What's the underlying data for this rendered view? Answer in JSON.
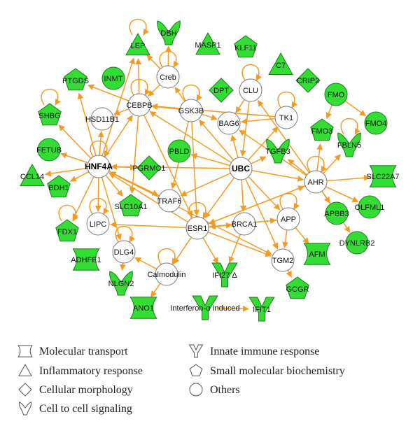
{
  "colors": {
    "node_fill": "#33dd33",
    "node_stroke": "#1f7a1f",
    "edge": "#f39c24",
    "other_fill": "#ffffff",
    "other_stroke": "#777777"
  },
  "nodes": [
    {
      "id": "LEP",
      "label": "LEP",
      "shape": "triangle",
      "fill": "green"
    },
    {
      "id": "DBH",
      "label": "DBH",
      "shape": "cell-signal",
      "fill": "green"
    },
    {
      "id": "MASP1",
      "label": "MASP1",
      "shape": "triangle",
      "fill": "green"
    },
    {
      "id": "KLF11",
      "label": "KLF11",
      "shape": "pentagon",
      "fill": "green"
    },
    {
      "id": "C7",
      "label": "C7",
      "shape": "triangle",
      "fill": "green"
    },
    {
      "id": "PTGDS",
      "label": "PTGDS",
      "shape": "pentagon",
      "fill": "green"
    },
    {
      "id": "INMT",
      "label": "INMT",
      "shape": "circle",
      "fill": "green"
    },
    {
      "id": "Creb",
      "label": "Creb",
      "shape": "circle",
      "fill": "white"
    },
    {
      "id": "CLU",
      "label": "CLU",
      "shape": "circle",
      "fill": "white"
    },
    {
      "id": "CRIP2",
      "label": "CRIP2",
      "shape": "diamond",
      "fill": "green"
    },
    {
      "id": "DPT",
      "label": "DPT",
      "shape": "diamond",
      "fill": "green"
    },
    {
      "id": "FMO",
      "label": "FMO",
      "shape": "circle",
      "fill": "green"
    },
    {
      "id": "CEBPB",
      "label": "CEBPB",
      "shape": "circle",
      "fill": "white"
    },
    {
      "id": "HSD11B1",
      "label": "HSD11B1",
      "shape": "circle",
      "fill": "white"
    },
    {
      "id": "GSK3B",
      "label": "GSK3B",
      "shape": "circle",
      "fill": "white"
    },
    {
      "id": "BAG6",
      "label": "BAG6",
      "shape": "circle",
      "fill": "white"
    },
    {
      "id": "TK1",
      "label": "TK1",
      "shape": "circle",
      "fill": "white"
    },
    {
      "id": "SHBG",
      "label": "SHBG",
      "shape": "pentagon",
      "fill": "green"
    },
    {
      "id": "FMO3",
      "label": "FMO3",
      "shape": "pentagon",
      "fill": "green"
    },
    {
      "id": "FMO4",
      "label": "FMO4",
      "shape": "circle",
      "fill": "green"
    },
    {
      "id": "FETUB",
      "label": "FETUB",
      "shape": "circle",
      "fill": "green"
    },
    {
      "id": "TGFB3",
      "label": "TGFB3",
      "shape": "cell-signal",
      "fill": "green"
    },
    {
      "id": "FBLN5",
      "label": "FBLN5",
      "shape": "cell-signal",
      "fill": "green"
    },
    {
      "id": "PBLD",
      "label": "PBLD",
      "shape": "circle",
      "fill": "green"
    },
    {
      "id": "HNF4A",
      "label": "HNF4A",
      "shape": "circle",
      "fill": "white",
      "bold": true
    },
    {
      "id": "UBC",
      "label": "UBC",
      "shape": "circle",
      "fill": "white",
      "bold": true
    },
    {
      "id": "PGRMC1",
      "label": "PGRMC1",
      "shape": "diamond",
      "fill": "green"
    },
    {
      "id": "CCL14",
      "label": "CCL14",
      "shape": "triangle",
      "fill": "green"
    },
    {
      "id": "AHR",
      "label": "AHR",
      "shape": "circle",
      "fill": "white"
    },
    {
      "id": "SLC22A7",
      "label": "SLC22A7",
      "shape": "transport",
      "fill": "green"
    },
    {
      "id": "BDH1",
      "label": "BDH1",
      "shape": "pentagon",
      "fill": "green"
    },
    {
      "id": "TRAF6",
      "label": "TRAF6",
      "shape": "circle",
      "fill": "white"
    },
    {
      "id": "SLC10A1",
      "label": "SLC10A1",
      "shape": "pentagon",
      "fill": "green"
    },
    {
      "id": "OLFML1",
      "label": "OLFML1",
      "shape": "circle",
      "fill": "green"
    },
    {
      "id": "APBB3",
      "label": "APBB3",
      "shape": "circle",
      "fill": "green"
    },
    {
      "id": "FDX1",
      "label": "FDX1",
      "shape": "pentagon",
      "fill": "green"
    },
    {
      "id": "LIPC",
      "label": "LIPC",
      "shape": "circle",
      "fill": "white"
    },
    {
      "id": "ESR1",
      "label": "ESR1",
      "shape": "circle",
      "fill": "white"
    },
    {
      "id": "BRCA1",
      "label": "BRCA1",
      "shape": "circle",
      "fill": "white"
    },
    {
      "id": "APP",
      "label": "APP",
      "shape": "circle",
      "fill": "white"
    },
    {
      "id": "DYNLRB2",
      "label": "DYNLRB2",
      "shape": "circle",
      "fill": "green"
    },
    {
      "id": "DLG4",
      "label": "DLG4",
      "shape": "circle",
      "fill": "white"
    },
    {
      "id": "ADHFE1",
      "label": "ADHFE1",
      "shape": "transport",
      "fill": "green"
    },
    {
      "id": "AFM",
      "label": "AFM",
      "shape": "transport",
      "fill": "green"
    },
    {
      "id": "TGM2",
      "label": "TGM2",
      "shape": "circle",
      "fill": "white"
    },
    {
      "id": "Calmodulin",
      "label": "Calmodulin",
      "shape": "circle",
      "fill": "white"
    },
    {
      "id": "IFI27",
      "label": "IFI27 Δ",
      "shape": "innate",
      "fill": "green"
    },
    {
      "id": "NLGN2",
      "label": "NLGN2",
      "shape": "cell-signal",
      "fill": "green"
    },
    {
      "id": "GCGR",
      "label": "GCGR",
      "shape": "pentagon",
      "fill": "green"
    },
    {
      "id": "IFIT1",
      "label": "IFIT1",
      "shape": "innate",
      "fill": "green"
    },
    {
      "id": "ANO1",
      "label": "ANO1",
      "shape": "transport",
      "fill": "green"
    },
    {
      "id": "IFNa",
      "label": "Interferon-α Induced",
      "shape": "innate",
      "fill": "green"
    }
  ],
  "edges": [
    [
      "HNF4A",
      "SHBG"
    ],
    [
      "HNF4A",
      "FETUB"
    ],
    [
      "HNF4A",
      "CCL14"
    ],
    [
      "HNF4A",
      "BDH1"
    ],
    [
      "HNF4A",
      "FDX1"
    ],
    [
      "HNF4A",
      "HSD11B1"
    ],
    [
      "HNF4A",
      "PTGDS"
    ],
    [
      "HNF4A",
      "LIPC"
    ],
    [
      "HNF4A",
      "SLC10A1"
    ],
    [
      "HNF4A",
      "TRAF6"
    ],
    [
      "HNF4A",
      "DLG4"
    ],
    [
      "HNF4A",
      "TGM2"
    ],
    [
      "HNF4A",
      "PGRMC1"
    ],
    [
      "HNF4A",
      "CEBPB"
    ],
    [
      "HNF4A",
      "LEP"
    ],
    [
      "CEBPB",
      "LEP"
    ],
    [
      "CEBPB",
      "HSD11B1"
    ],
    [
      "CEBPB",
      "PTGDS"
    ],
    [
      "CEBPB",
      "ESR1"
    ],
    [
      "CEBPB",
      "SLC10A1"
    ],
    [
      "GSK3B",
      "CEBPB"
    ],
    [
      "GSK3B",
      "Creb"
    ],
    [
      "GSK3B",
      "ESR1"
    ],
    [
      "GSK3B",
      "BAG6"
    ],
    [
      "GSK3B",
      "TRAF6"
    ],
    [
      "Creb",
      "DBH"
    ],
    [
      "Creb",
      "LEP"
    ],
    [
      "CLU",
      "BAG6"
    ],
    [
      "CLU",
      "UBC"
    ],
    [
      "UBC",
      "HNF4A"
    ],
    [
      "UBC",
      "GSK3B"
    ],
    [
      "UBC",
      "CEBPB"
    ],
    [
      "UBC",
      "TK1"
    ],
    [
      "UBC",
      "AHR"
    ],
    [
      "UBC",
      "TGFB3"
    ],
    [
      "UBC",
      "ESR1"
    ],
    [
      "UBC",
      "TRAF6"
    ],
    [
      "UBC",
      "BRCA1"
    ],
    [
      "UBC",
      "APP"
    ],
    [
      "UBC",
      "PBLD"
    ],
    [
      "UBC",
      "BAG6"
    ],
    [
      "UBC",
      "TGM2"
    ],
    [
      "AHR",
      "FMO3"
    ],
    [
      "AHR",
      "FBLN5"
    ],
    [
      "AHR",
      "SLC22A7"
    ],
    [
      "AHR",
      "OLFML1"
    ],
    [
      "AHR",
      "APBB3"
    ],
    [
      "AHR",
      "DYNLRB2"
    ],
    [
      "AHR",
      "TGFB3"
    ],
    [
      "AHR",
      "ESR1"
    ],
    [
      "AHR",
      "BAG6"
    ],
    [
      "AHR",
      "CLU"
    ],
    [
      "FMO",
      "FMO3"
    ],
    [
      "FMO",
      "FMO4"
    ],
    [
      "ESR1",
      "HNF4A"
    ],
    [
      "ESR1",
      "LIPC"
    ],
    [
      "ESR1",
      "TGM2"
    ],
    [
      "ESR1",
      "IFI27"
    ],
    [
      "ESR1",
      "Calmodulin"
    ],
    [
      "ESR1",
      "BRCA1"
    ],
    [
      "ESR1",
      "APP"
    ],
    [
      "ESR1",
      "AHR"
    ],
    [
      "BRCA1",
      "ESR1"
    ],
    [
      "BRCA1",
      "IFI27"
    ],
    [
      "APP",
      "TGM2"
    ],
    [
      "APP",
      "ESR1"
    ],
    [
      "APP",
      "AFM"
    ],
    [
      "DLG4",
      "NLGN2"
    ],
    [
      "Calmodulin",
      "ANO1"
    ],
    [
      "Calmodulin",
      "DLG4"
    ],
    [
      "IFNa",
      "IFIT1"
    ],
    [
      "TGM2",
      "GCGR"
    ],
    [
      "TRAF6",
      "HNF4A"
    ],
    [
      "TK1",
      "BAG6"
    ],
    [
      "TK1",
      "CEBPB"
    ],
    [
      "Creb",
      "CEBPB"
    ]
  ],
  "self_loops": [
    "LEP",
    "Creb",
    "CLU",
    "CEBPB",
    "GSK3B",
    "TK1",
    "AHR",
    "APP",
    "ESR1",
    "DLG4",
    "Calmodulin",
    "HNF4A",
    "FBLN5",
    "SHBG",
    "LIPC",
    "FDX1"
  ],
  "legend": {
    "items": [
      {
        "shape": "transport",
        "label": "Molecular transport"
      },
      {
        "shape": "triangle",
        "label": "Inflammatory response"
      },
      {
        "shape": "diamond",
        "label": "Cellular morphology"
      },
      {
        "shape": "cell-signal",
        "label": "Cell to cell signaling"
      },
      {
        "shape": "innate",
        "label": "Innate immune response"
      },
      {
        "shape": "pentagon",
        "label": "Small molecular biochemistry"
      },
      {
        "shape": "circle",
        "label": "Others"
      }
    ]
  }
}
